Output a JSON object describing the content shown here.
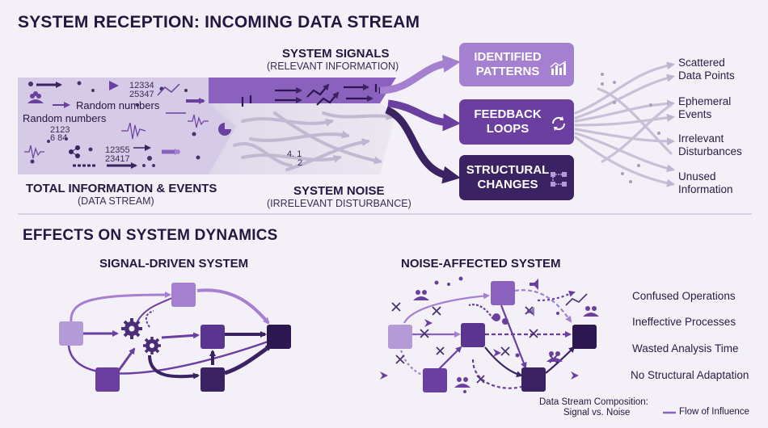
{
  "title": "SYSTEM RECEPTION: INCOMING DATA STREAM",
  "stream": {
    "label": "TOTAL INFORMATION & EVENTS",
    "sublabel": "(DATA STREAM)",
    "noise_numbers": {
      "a": "12334",
      "b": "25347",
      "c": "2123",
      "d": "6 84",
      "e": "12355",
      "f": "23417",
      "g": "4. 1",
      "h": "2"
    },
    "random_label_1": "Random numbers",
    "random_label_2": "Random numbers"
  },
  "signals": {
    "label": "SYSTEM SIGNALS",
    "sublabel": "(RELEVANT INFORMATION)"
  },
  "noise": {
    "label": "SYSTEM NOISE",
    "sublabel": "(IRRELEVANT DISTURBANCE)"
  },
  "outcomes": [
    {
      "line1": "IDENTIFIED",
      "line2": "PATTERNS",
      "icon": "bar-chart-icon",
      "color": "#a57fd0"
    },
    {
      "line1": "FEEDBACK",
      "line2": "LOOPS",
      "icon": "refresh-icon",
      "color": "#6a3fa0"
    },
    {
      "line1": "STRUCTURAL",
      "line2": "CHANGES",
      "icon": "structure-icon",
      "color": "#3b2262"
    }
  ],
  "dispersed": [
    {
      "line1": "Scattered",
      "line2": "Data Points"
    },
    {
      "line1": "Ephemeral",
      "line2": "Events"
    },
    {
      "line1": "Irrelevant",
      "line2": "Disturbances"
    },
    {
      "line1": "Unused",
      "line2": "Information"
    }
  ],
  "effects_title": "EFFECTS ON SYSTEM DYNAMICS",
  "signal_system": {
    "label": "SIGNAL-DRIVEN SYSTEM"
  },
  "noise_system": {
    "label": "NOISE-AFFECTED SYSTEM"
  },
  "effects": [
    "Confused Operations",
    "Ineffective Processes",
    "Wasted Analysis Time",
    "No Structural Adaptation"
  ],
  "legend": {
    "composition_line1": "Data Stream Composition:",
    "composition_line2": "Signal vs. Noise",
    "flow": "Flow of Influence"
  },
  "colors": {
    "light": "#b49ad6",
    "mid": "#6a3fa0",
    "dark": "#2c1750",
    "noise": "#c3b8d2"
  }
}
